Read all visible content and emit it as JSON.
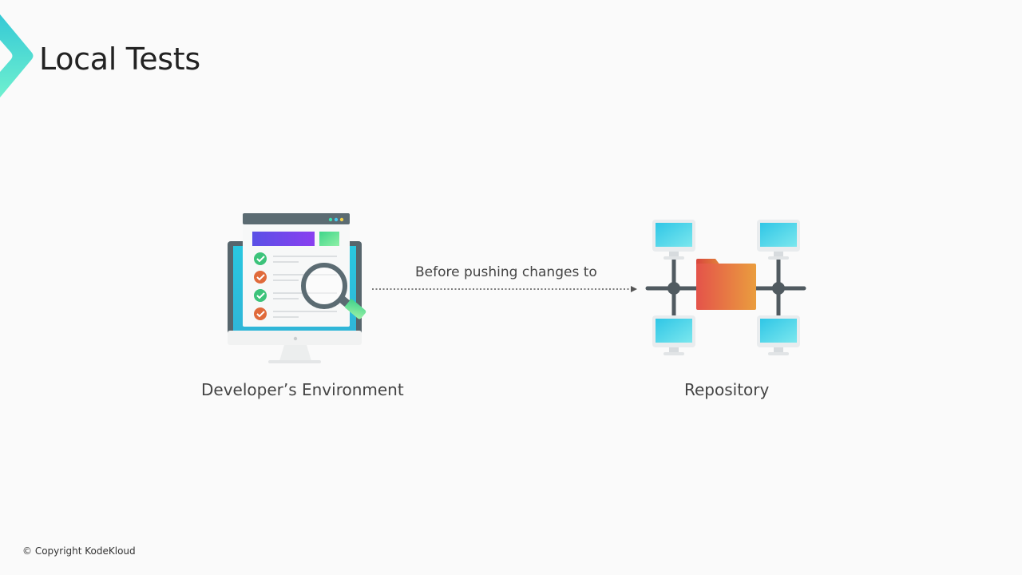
{
  "slide": {
    "title": "Local Tests",
    "copyright": "© Copyright KodeKloud"
  },
  "diagram": {
    "source": {
      "label": "Developer’s Environment",
      "icon": "developer-monitor-icon"
    },
    "edge": {
      "label": "Before pushing changes to",
      "style": "dotted-arrow"
    },
    "target": {
      "label": "Repository",
      "icon": "repository-network-icon"
    }
  },
  "colors": {
    "accent_cyan": "#3ad0d8",
    "accent_teal": "#5fe3c0",
    "folder_red": "#e4534a",
    "folder_orange": "#e99a3d",
    "check_green": "#3cc37a",
    "check_orange": "#e06a3a",
    "monitor_dark": "#5b6b72"
  }
}
